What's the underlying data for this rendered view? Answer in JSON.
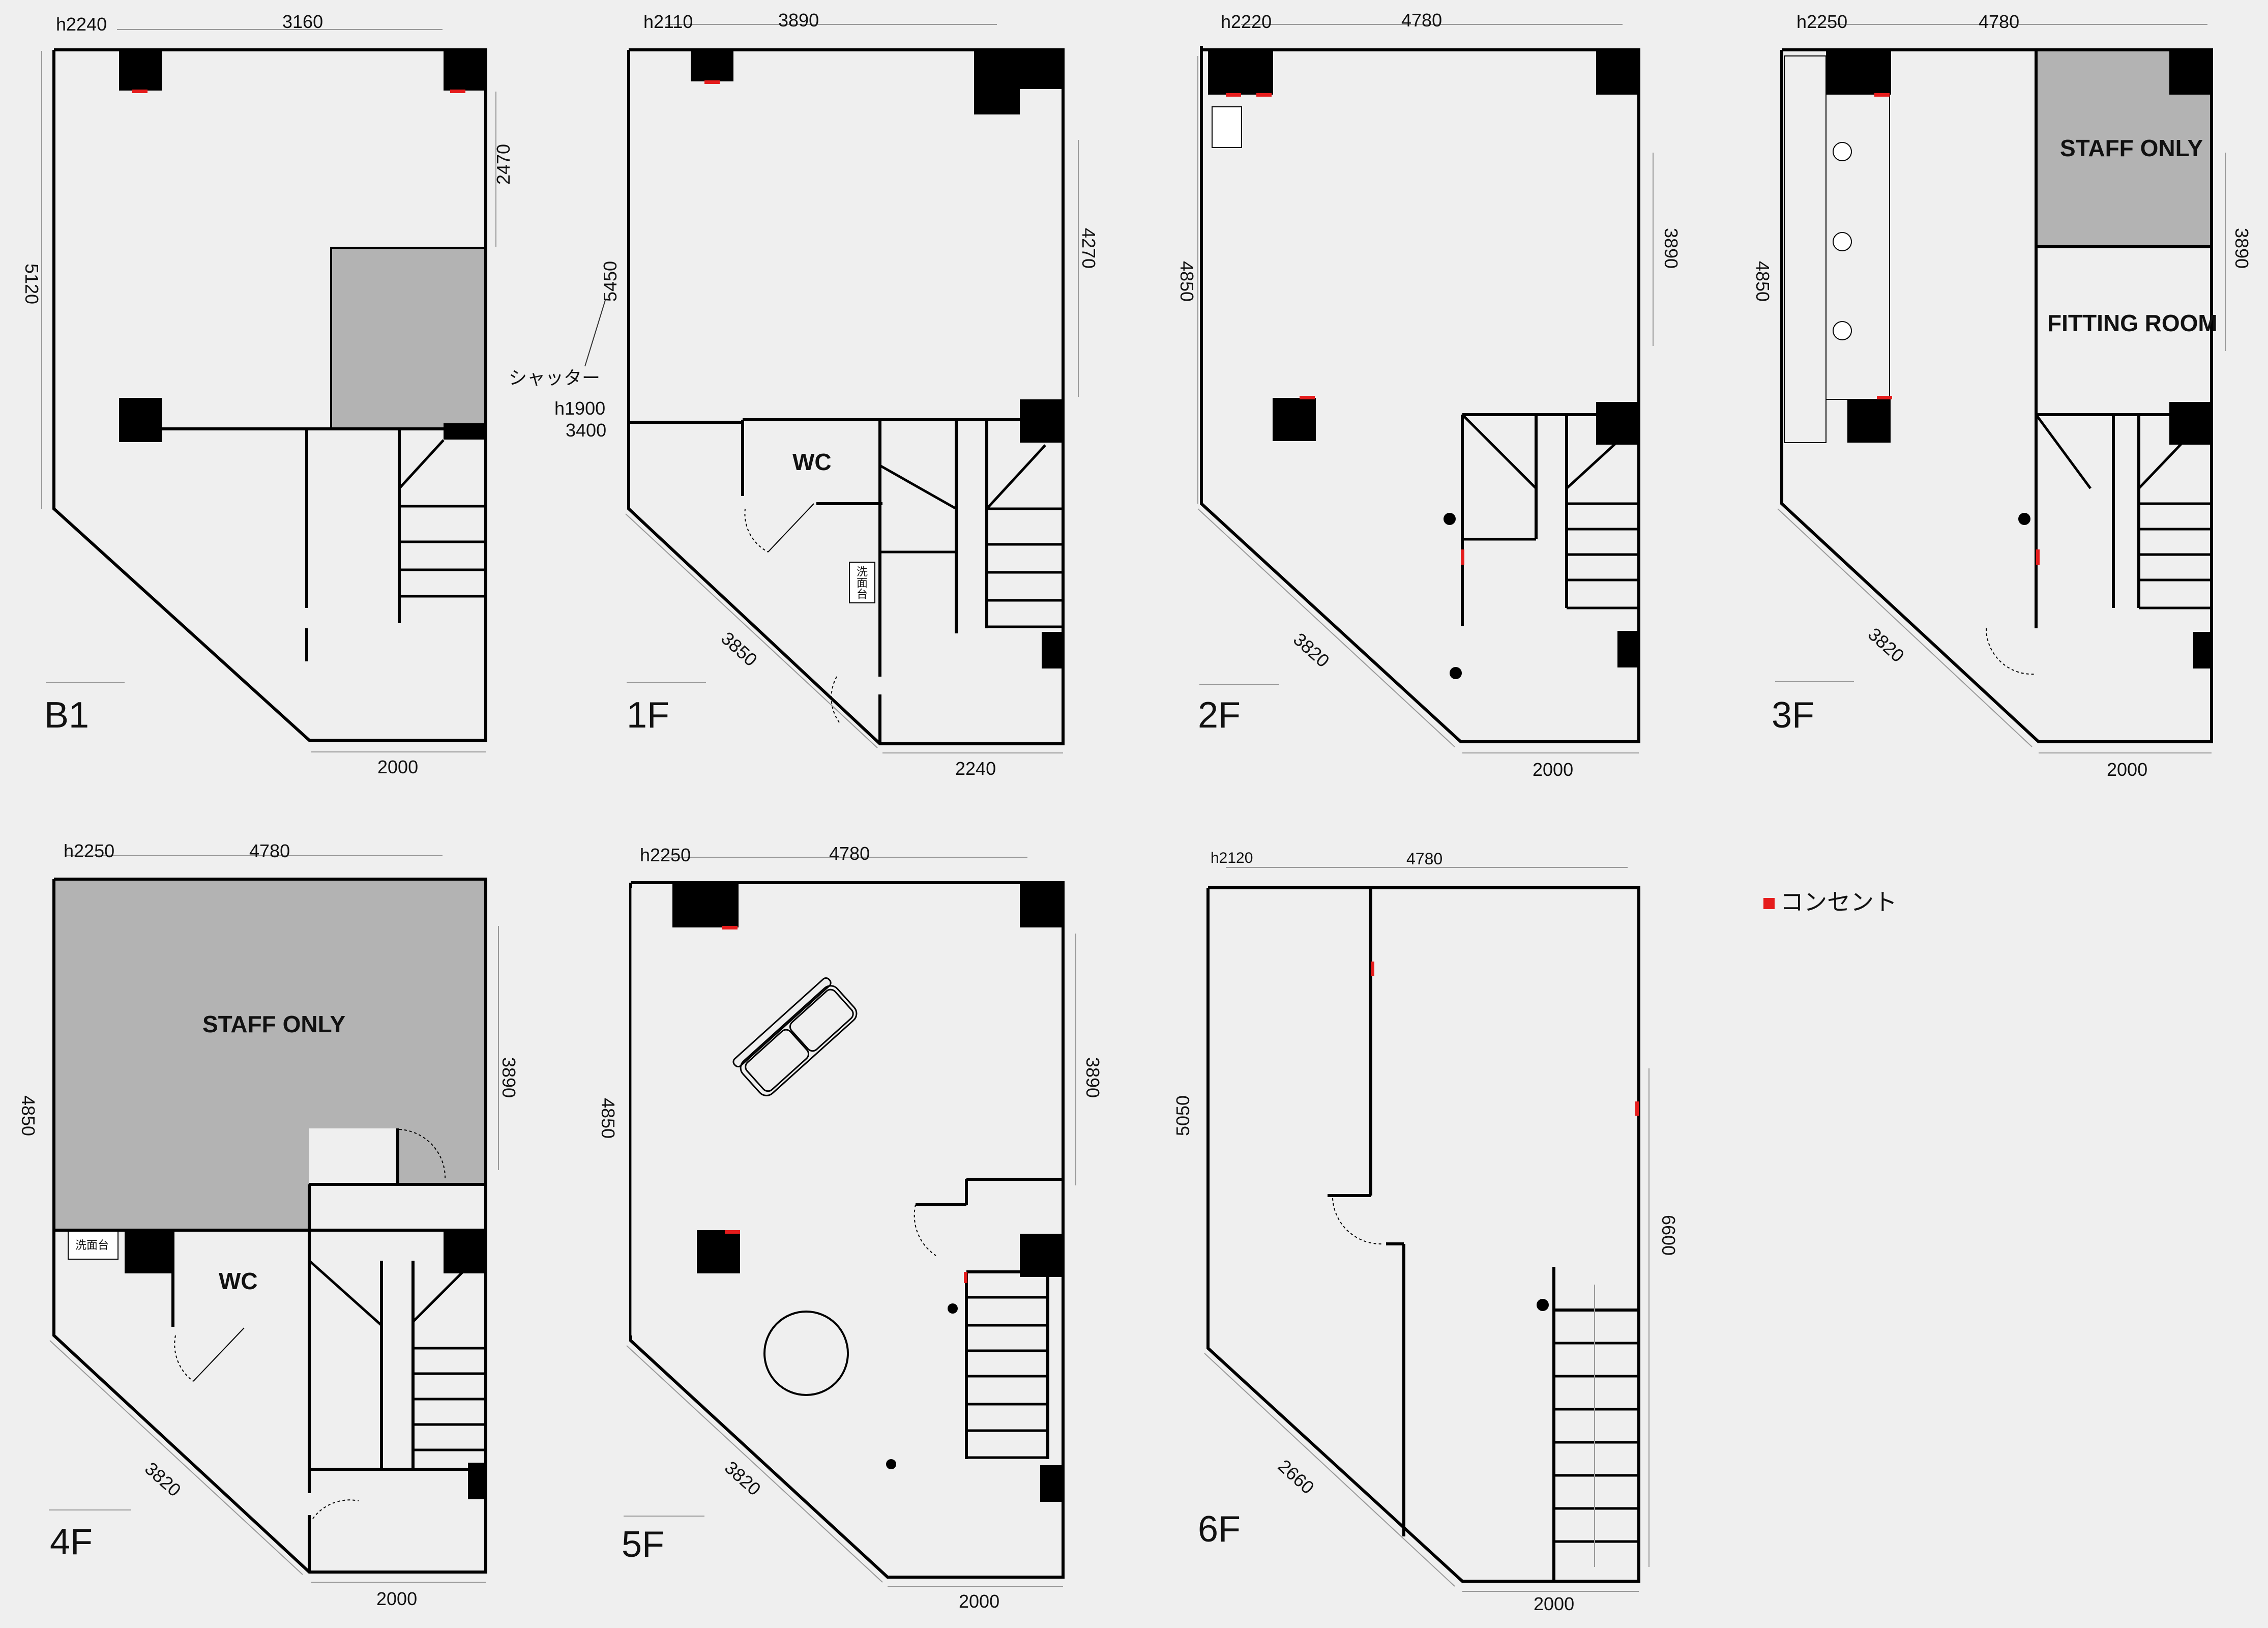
{
  "floors": {
    "b1": {
      "label": "B1",
      "height": "h2240",
      "width_top": "3160",
      "depth_left": "5120",
      "right_upper": "2470",
      "width_bottom": "2000"
    },
    "f1": {
      "label": "1F",
      "height": "h2110",
      "width_top": "3890",
      "depth_left": "5450",
      "right_upper": "4270",
      "diag": "3850",
      "width_bottom": "2240",
      "shutter": "シャッター",
      "shutter_h": "h1900",
      "shutter_w": "3400",
      "wc": "WC",
      "sink": "洗面台"
    },
    "f2": {
      "label": "2F",
      "height": "h2220",
      "width_top": "4780",
      "depth_left": "4850",
      "right_upper": "3890",
      "diag": "3820",
      "width_bottom": "2000"
    },
    "f3": {
      "label": "3F",
      "height": "h2250",
      "width_top": "4780",
      "depth_left": "4850",
      "right_upper": "3890",
      "diag": "3820",
      "width_bottom": "2000",
      "staff": "STAFF ONLY",
      "fitting": "FITTING ROOM"
    },
    "f4": {
      "label": "4F",
      "height": "h2250",
      "width_top": "4780",
      "depth_left": "4850",
      "right_upper": "3890",
      "diag": "3820",
      "width_bottom": "2000",
      "staff": "STAFF ONLY",
      "wc": "WC",
      "sink": "洗面台"
    },
    "f5": {
      "label": "5F",
      "height": "h2250",
      "width_top": "4780",
      "depth_left": "4850",
      "right_upper": "3890",
      "diag": "3820",
      "width_bottom": "2000"
    },
    "f6": {
      "label": "6F",
      "height": "h2120",
      "width_top": "4780",
      "depth_left": "5050",
      "right_upper": "6600",
      "diag": "2660",
      "width_bottom": "2000"
    }
  },
  "legend": {
    "outlet_label": "コンセント",
    "outlet_color": "#e51c1c"
  },
  "colors": {
    "wall": "#000000",
    "staff_area": "#b3b3b3",
    "background": "#efefef"
  }
}
